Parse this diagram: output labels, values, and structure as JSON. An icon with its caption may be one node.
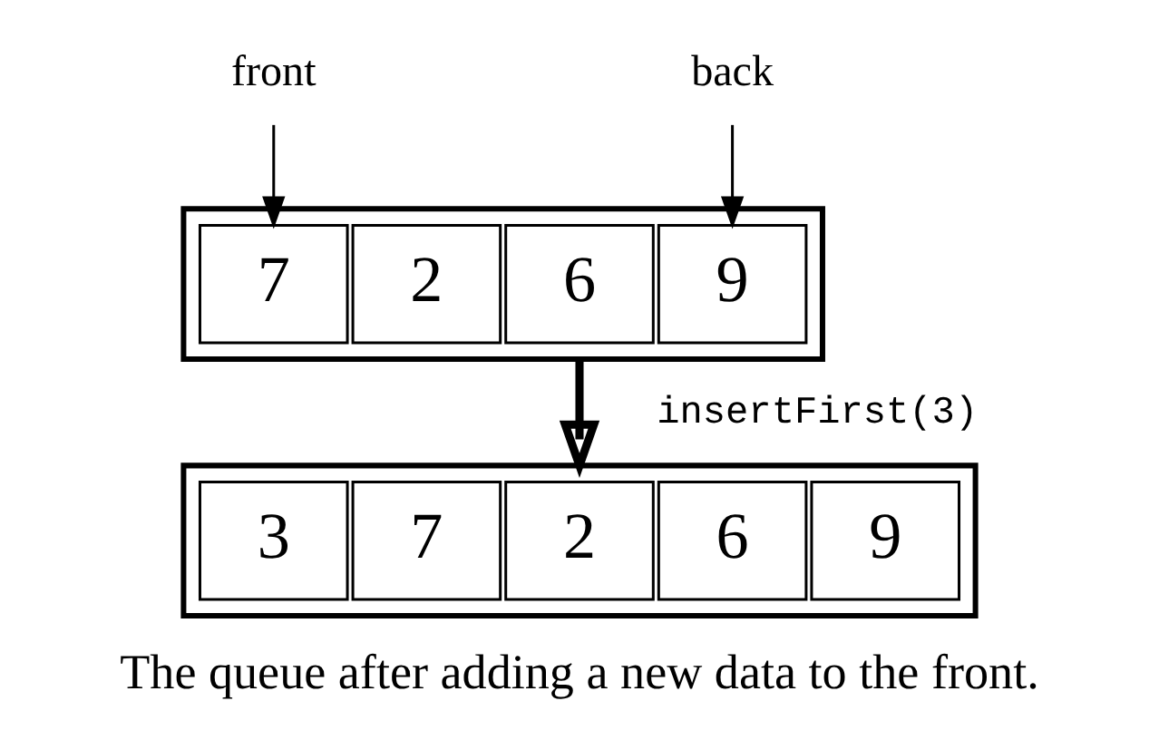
{
  "diagram": {
    "caption": "The queue after adding a new data to the front.",
    "nodes": [
      {
        "text": [
          "front"
        ]
      },
      {
        "text": [],
        "shape": "box"
      },
      {
        "text": [
          "7"
        ],
        "in": 1
      },
      {
        "text": [
          "2"
        ],
        "in": 1
      },
      {
        "text": [
          "6"
        ],
        "in": 1
      },
      {
        "text": [
          "9"
        ],
        "in": 1
      },
      {
        "text": [
          "back"
        ]
      },
      {
        "text": [],
        "shape": "box"
      },
      {
        "text": [
          "3"
        ],
        "in": 7
      },
      {
        "text": [
          "7"
        ],
        "in": 7
      },
      {
        "text": [
          "2"
        ],
        "in": 7
      },
      {
        "text": [
          "6"
        ],
        "in": 7
      },
      {
        "text": [
          "9"
        ],
        "in": 7
      }
    ],
    "edges": [
      {
        "from": 0,
        "to": 2,
        "arrow": "to"
      },
      {
        "from": 6,
        "to": 5,
        "arrow": "to"
      },
      {
        "from": 1,
        "to": 7,
        "arrow": "to",
        "label": "insertFirst(3)",
        "style": "thick"
      }
    ]
  }
}
